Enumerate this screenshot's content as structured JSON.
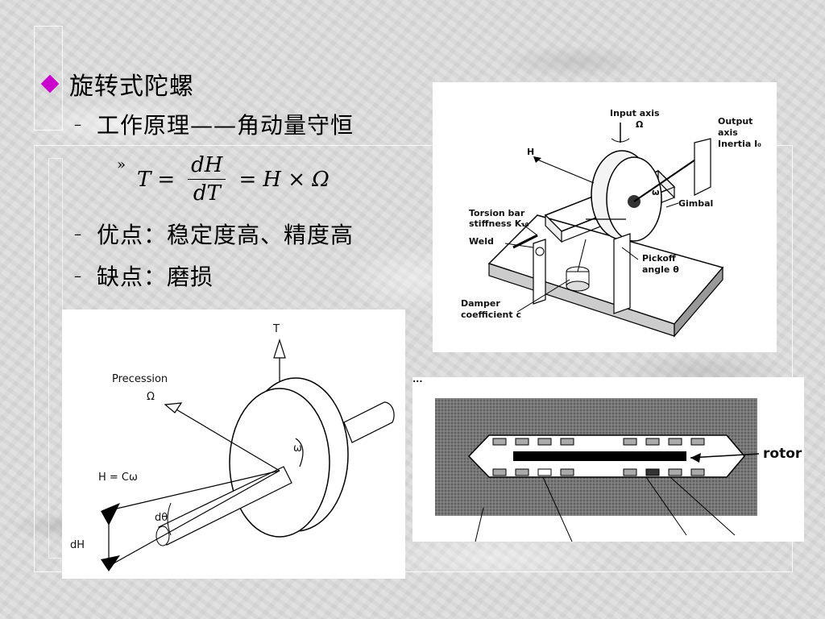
{
  "slide": {
    "title": "旋转式陀螺",
    "bullets": [
      {
        "marker": "–",
        "text": "工作原理——角动量守恒"
      },
      {
        "marker": "–",
        "text": "优点：稳定度高、精度高"
      },
      {
        "marker": "–",
        "text": "缺点：磨损"
      }
    ],
    "formula": {
      "marker": "»",
      "lhs": "T",
      "eq1": "=",
      "num": "dH",
      "den": "dT",
      "eq2": "=",
      "rhs": "H × Ω"
    },
    "accent_color": "#cc00cc"
  },
  "figures": {
    "gyro_diagram": {
      "input_axis": "Input axis",
      "omega_cap": "Ω",
      "output_axis": "Output",
      "output_axis2": "axis",
      "inertia": "Inertia I₀",
      "h": "H",
      "omega": "ω",
      "gimbal": "Gimbal",
      "torsion1": "Torsion bar",
      "torsion2": "stiffness Kₜᵦ",
      "weld": "Weld",
      "pickoff1": "Pickoff",
      "pickoff2": "angle θ",
      "damper1": "Damper",
      "damper2": "coefficient c"
    },
    "precession_diagram": {
      "t": "T",
      "precession": "Precession",
      "omega_cap": "Ω",
      "h_eq": "H = Cω",
      "omega": "ω",
      "dtheta": "dθ",
      "dh": "dH"
    },
    "rotor_section": {
      "caption_fragment": "...",
      "rotor": "rotor"
    }
  }
}
